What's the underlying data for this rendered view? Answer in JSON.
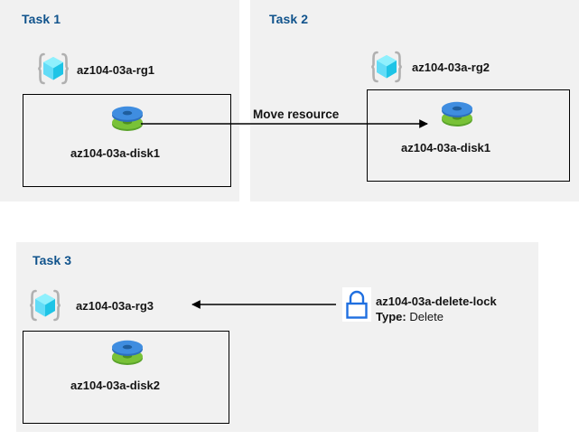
{
  "diagram": {
    "title": "Azure resource group tasks diagram",
    "background": "#ffffff",
    "panel_background": "#f1f1f1",
    "heading_color": "#10538c",
    "text_color": "#141414",
    "line_color": "#000000",
    "lock_color": "#1f6fe0",
    "rg_cube_color": "#45d5f7",
    "disk_top_color": "#3f8de0",
    "disk_bottom_color": "#72bb2f"
  },
  "panels": [
    {
      "id": "task1",
      "heading": "Task 1",
      "resource_group": {
        "label": "az104-03a-rg1",
        "icon": "resource-group-icon"
      },
      "resource": {
        "label": "az104-03a-disk1",
        "icon": "managed-disk-icon"
      }
    },
    {
      "id": "task2",
      "heading": "Task 2",
      "resource_group": {
        "label": "az104-03a-rg2",
        "icon": "resource-group-icon"
      },
      "resource": {
        "label": "az104-03a-disk1",
        "icon": "managed-disk-icon"
      }
    },
    {
      "id": "task3",
      "heading": "Task 3",
      "resource_group": {
        "label": "az104-03a-rg3",
        "icon": "resource-group-icon"
      },
      "resource": {
        "label": "az104-03a-disk2",
        "icon": "managed-disk-icon"
      },
      "lock": {
        "icon": "padlock-icon",
        "name": "az104-03a-delete-lock",
        "type_key": "Type:",
        "type_value": "Delete"
      }
    }
  ],
  "connections": [
    {
      "id": "move-resource",
      "label": "Move resource",
      "from": "az104-03a-disk1 (Task 1)",
      "to": "az104-03a-disk1 (Task 2)",
      "direction": "right"
    },
    {
      "id": "lock-applies-to-rg3",
      "label": "",
      "from": "az104-03a-delete-lock",
      "to": "az104-03a-rg3",
      "direction": "left"
    }
  ]
}
